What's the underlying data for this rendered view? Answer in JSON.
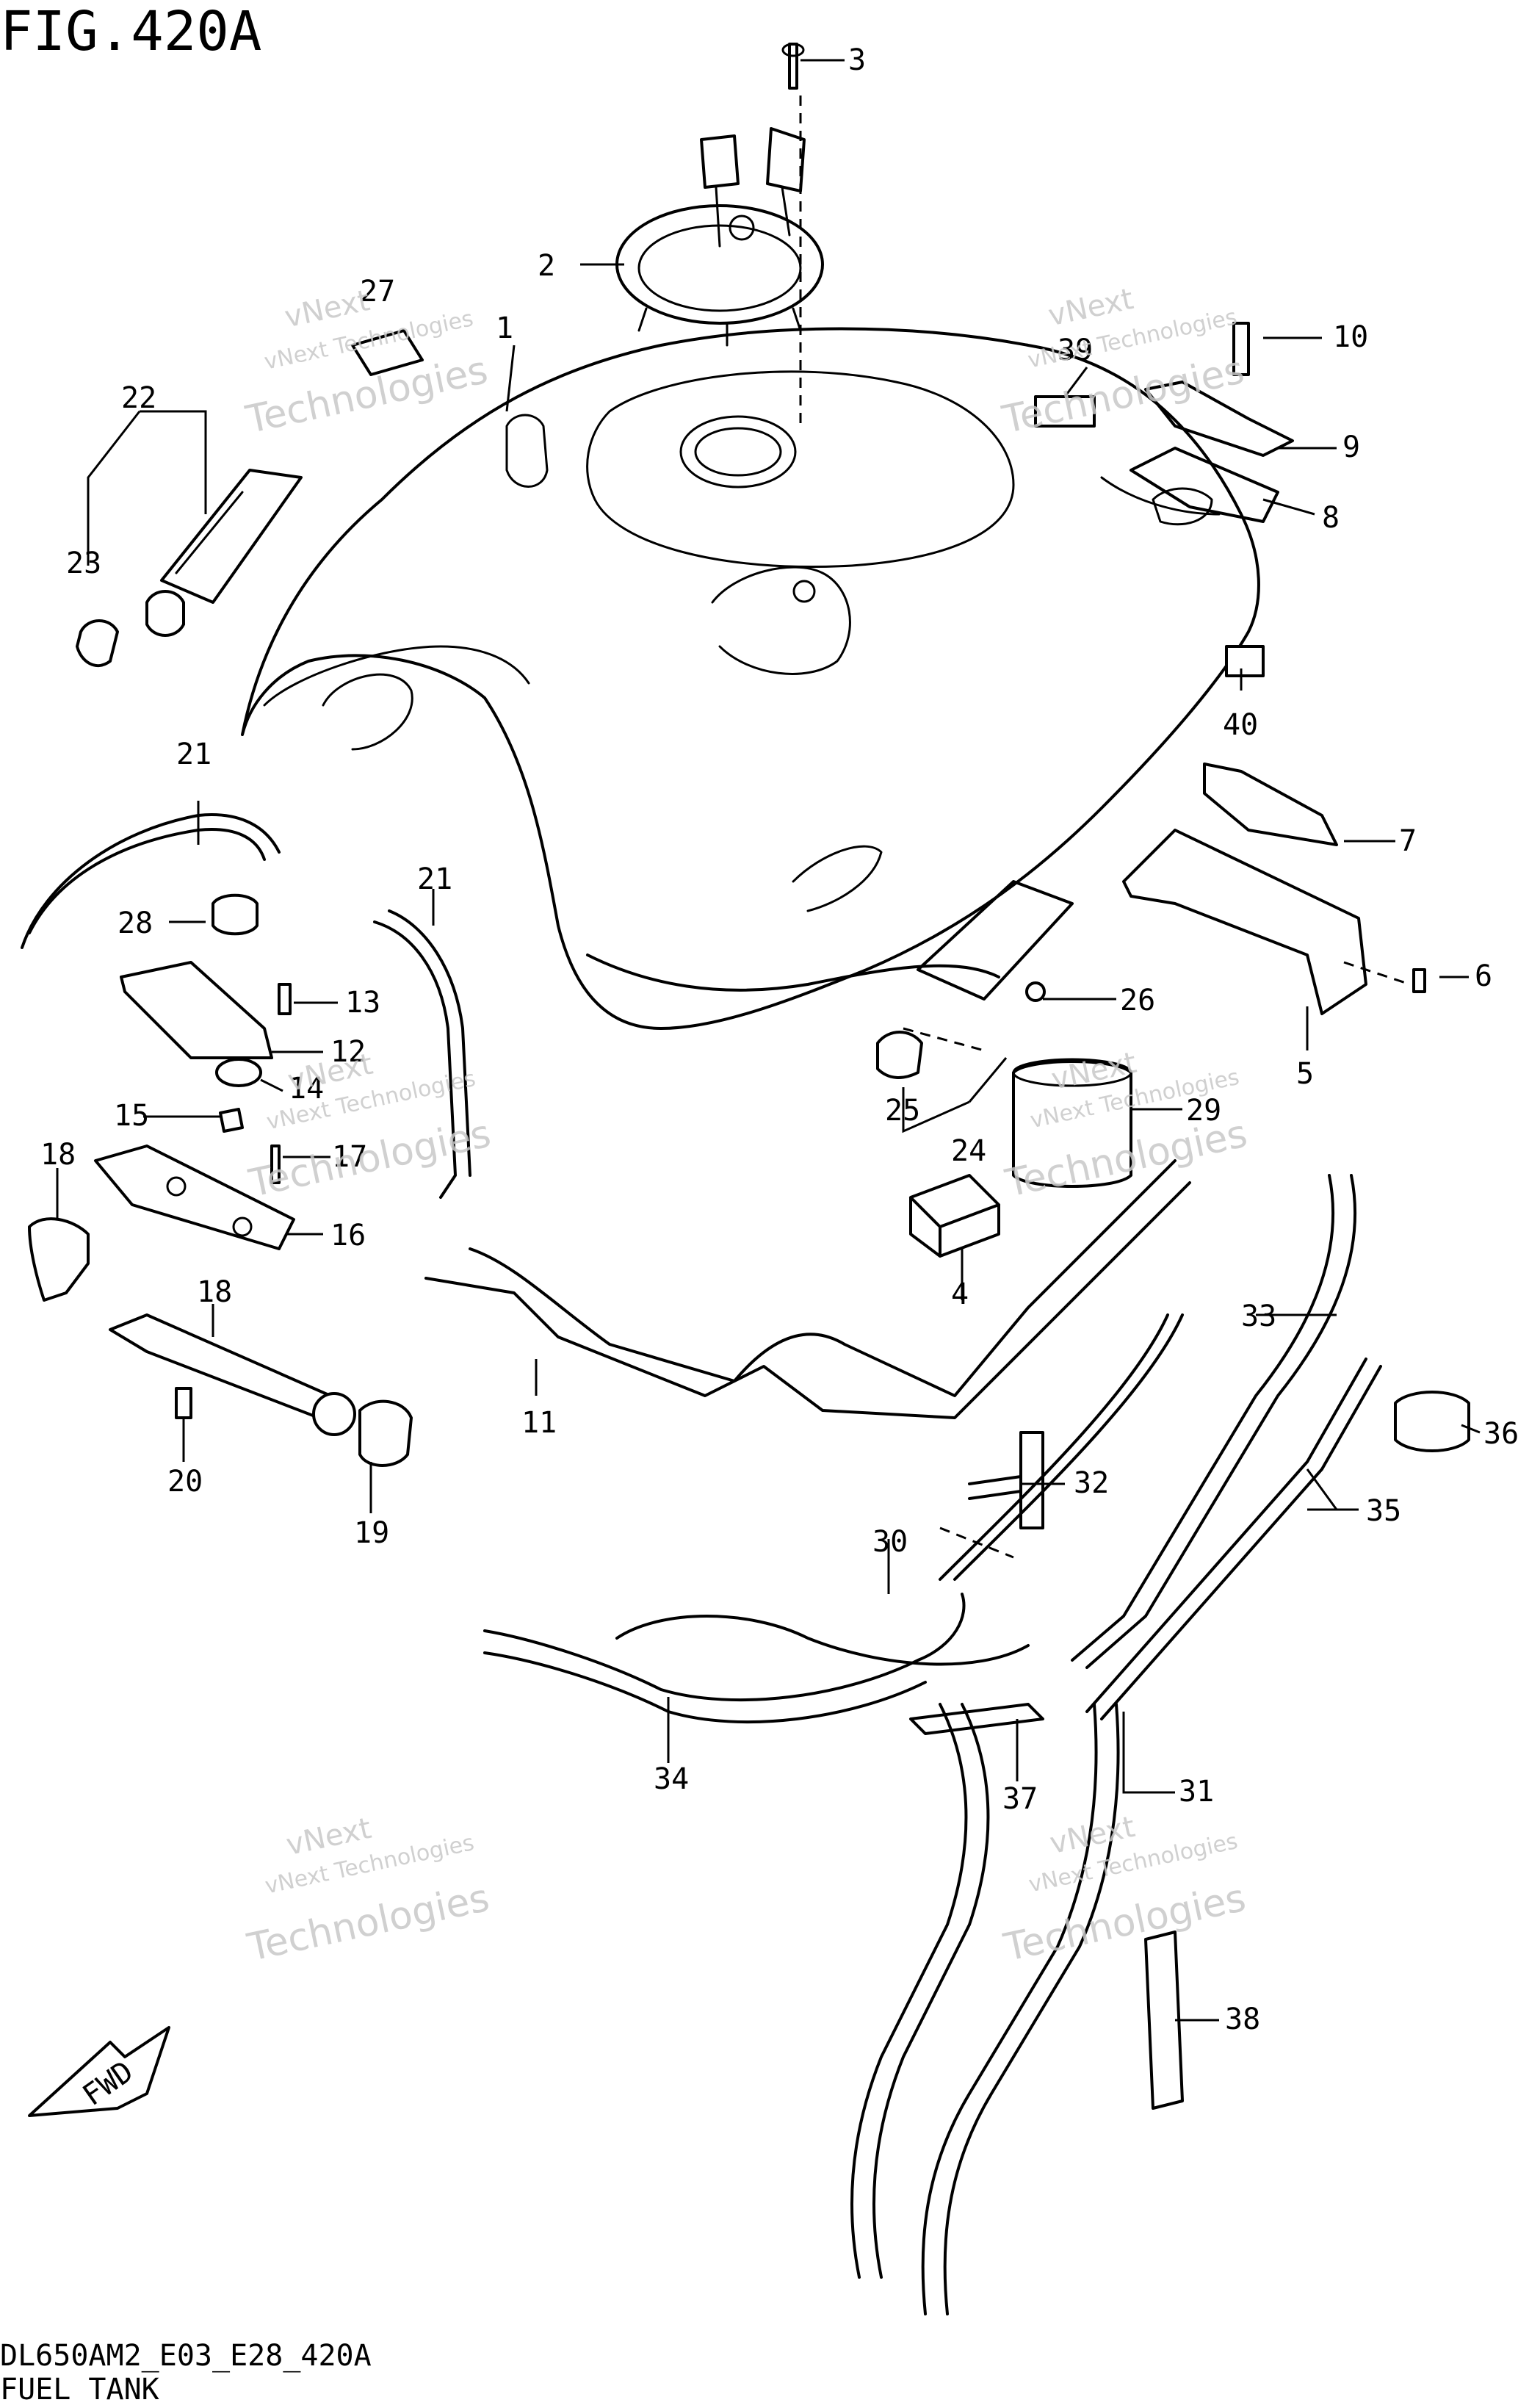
{
  "figure": {
    "title": "FIG.420A",
    "model_code": "DL650AM2_E03_E28_420A",
    "caption": "FUEL TANK",
    "fwd_label": "FWD"
  },
  "watermark": {
    "line1": "vNext",
    "line2": "vNext Technologies",
    "line3": "Technologies"
  },
  "callouts": [
    "1",
    "2",
    "3",
    "4",
    "5",
    "6",
    "7",
    "8",
    "9",
    "10",
    "11",
    "12",
    "13",
    "14",
    "15",
    "16",
    "17",
    "18",
    "18",
    "19",
    "20",
    "21",
    "21",
    "22",
    "23",
    "24",
    "25",
    "26",
    "27",
    "28",
    "29",
    "30",
    "31",
    "32",
    "33",
    "34",
    "35",
    "36",
    "37",
    "38",
    "39",
    "40"
  ]
}
